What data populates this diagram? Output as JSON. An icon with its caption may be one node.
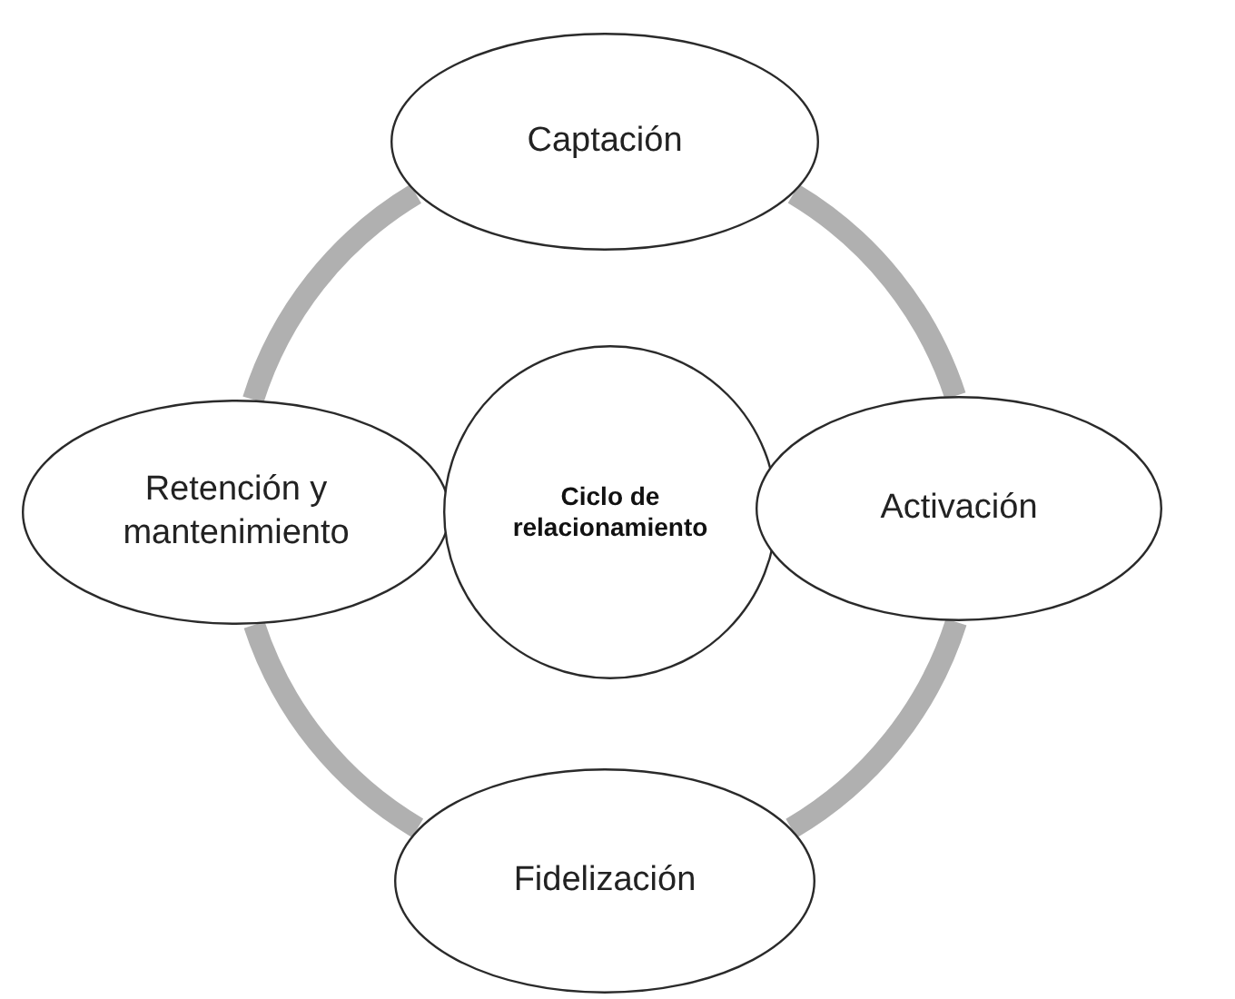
{
  "diagram": {
    "nodes": [
      {
        "text": [
          "Captación"
        ]
      },
      {
        "text": [
          "Retención y mantenimiento"
        ]
      },
      {
        "text": [
          "Ciclo de relacionamiento"
        ]
      },
      {
        "text": [
          "Activación"
        ]
      },
      {
        "text": [
          "Fidelización"
        ]
      }
    ],
    "edges": [
      {
        "from": 0,
        "to": 3,
        "arrow": "none"
      },
      {
        "from": 3,
        "to": 4,
        "arrow": "none"
      },
      {
        "from": 4,
        "to": 1,
        "arrow": "none"
      },
      {
        "from": 1,
        "to": 0,
        "arrow": "none"
      }
    ]
  }
}
